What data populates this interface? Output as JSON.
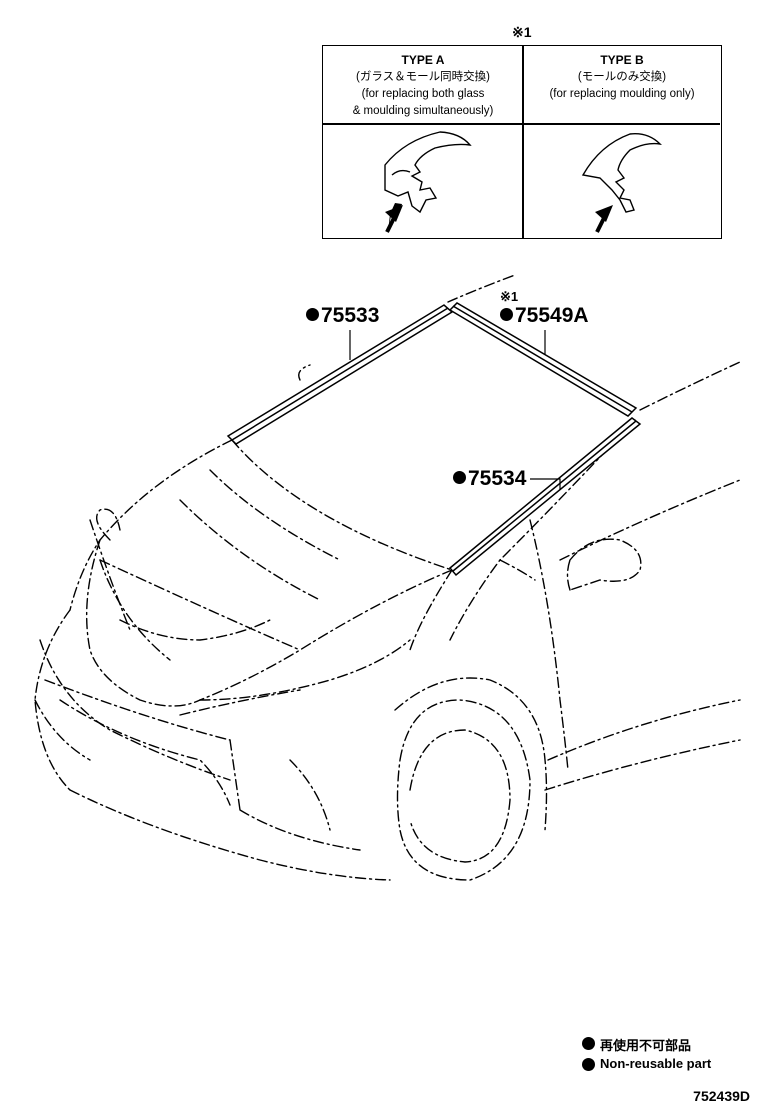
{
  "note_mark": "※1",
  "types": [
    {
      "title": "TYPE  A",
      "jp": "(ガラス＆モール同時交換)",
      "en_line1": "(for replacing both glass",
      "en_line2": "& moulding simultaneously)"
    },
    {
      "title": "TYPE  B",
      "jp": "(モールのみ交換)",
      "en_line1": "(for replacing moulding only)"
    }
  ],
  "parts": [
    {
      "number": "75533"
    },
    {
      "number": "75549A",
      "mark": "※1"
    },
    {
      "number": "75534"
    }
  ],
  "legend": {
    "jp": "再使用不可部品",
    "en": "Non-reusable part"
  },
  "diagram_code": "752439D"
}
